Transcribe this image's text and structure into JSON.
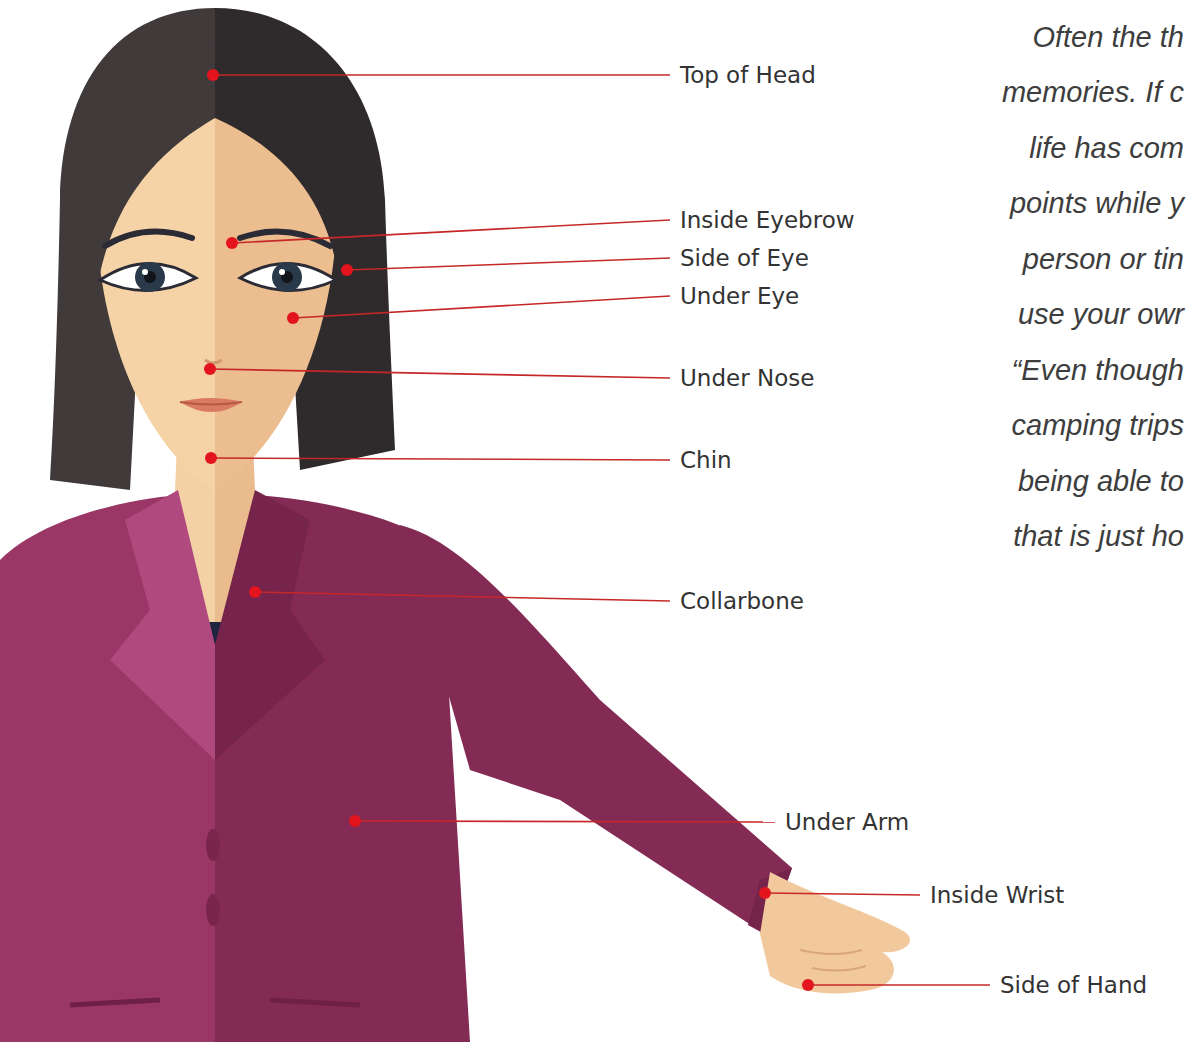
{
  "diagram": {
    "labels": [
      "Top of Head",
      "Inside Eyebrow",
      "Side of Eye",
      "Under Eye",
      "Under Nose",
      "Chin",
      "Collarbone",
      "Under Arm",
      "Inside Wrist",
      "Side of Hand",
      "Often the th",
      "memories. If c",
      "life has com",
      "points while y",
      "person or tin",
      "use your owr",
      "“Even though",
      "camping trips",
      "being able to",
      "that is just ho"
    ]
  }
}
